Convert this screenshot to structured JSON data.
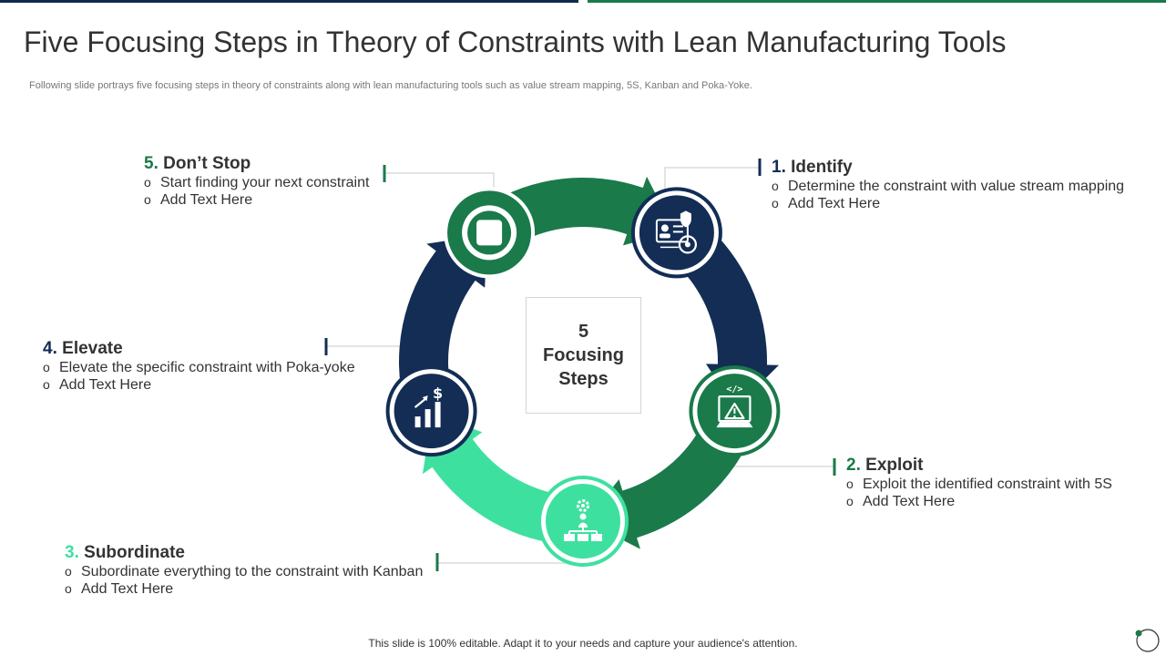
{
  "title": "Five Focusing Steps in Theory of Constraints with Lean Manufacturing Tools",
  "subtitle": "Following slide portrays five focusing steps in theory of constraints along with lean manufacturing tools such as value stream mapping, 5S, Kanban and Poka-Yoke.",
  "footer": "This slide is 100% editable. Adapt it to your needs and capture your audience's attention.",
  "center": {
    "line1": "5",
    "line2": "Focusing",
    "line3": "Steps"
  },
  "bullet_marker": "o",
  "colors": {
    "navy": "#132d55",
    "green": "#1a7a4a",
    "mint": "#3ee0a0",
    "text": "#333333",
    "connector": "#c8c8c8"
  },
  "steps": [
    {
      "num": "1.",
      "label": "Identify",
      "bullets": [
        "Determine the constraint with value stream mapping",
        "Add Text Here"
      ],
      "icon": "id-card-shield-icon",
      "accent": "#132d55"
    },
    {
      "num": "2.",
      "label": "Exploit",
      "bullets": [
        "Exploit the identified constraint with 5S",
        "Add Text Here"
      ],
      "icon": "laptop-warning-icon",
      "accent": "#1a7a4a"
    },
    {
      "num": "3.",
      "label": "Subordinate",
      "bullets": [
        "Subordinate everything to the constraint with Kanban",
        "Add Text Here"
      ],
      "icon": "org-chart-gear-icon",
      "accent": "#3ee0a0"
    },
    {
      "num": "4.",
      "label": "Elevate",
      "bullets": [
        "Elevate the specific constraint with Poka-yoke",
        "Add Text Here"
      ],
      "icon": "growth-chart-dollar-icon",
      "accent": "#132d55"
    },
    {
      "num": "5.",
      "label": "Don’t Stop",
      "bullets": [
        "Start finding your next constraint",
        "Add Text Here"
      ],
      "icon": "stop-square-icon",
      "accent": "#1a7a4a"
    }
  ]
}
